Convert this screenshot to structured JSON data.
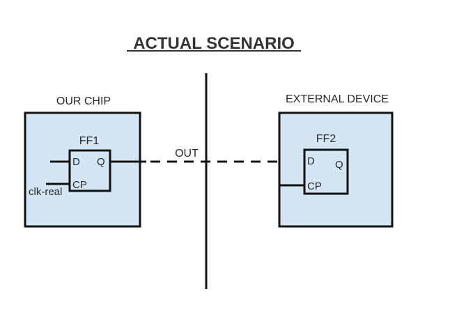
{
  "title": "ACTUAL SCENARIO",
  "left_block": {
    "label": "OUR CHIP",
    "ff_name": "FF1",
    "pin_d": "D",
    "pin_q": "Q",
    "pin_cp": "CP",
    "clock_label": "clk-real"
  },
  "right_block": {
    "label": "EXTERNAL DEVICE",
    "ff_name": "FF2",
    "pin_d": "D",
    "pin_q": "Q",
    "pin_cp": "CP"
  },
  "net_label": "OUT",
  "colors": {
    "block_fill": "#d4e6f4",
    "stroke": "#111111",
    "text": "#2a2a2a"
  }
}
